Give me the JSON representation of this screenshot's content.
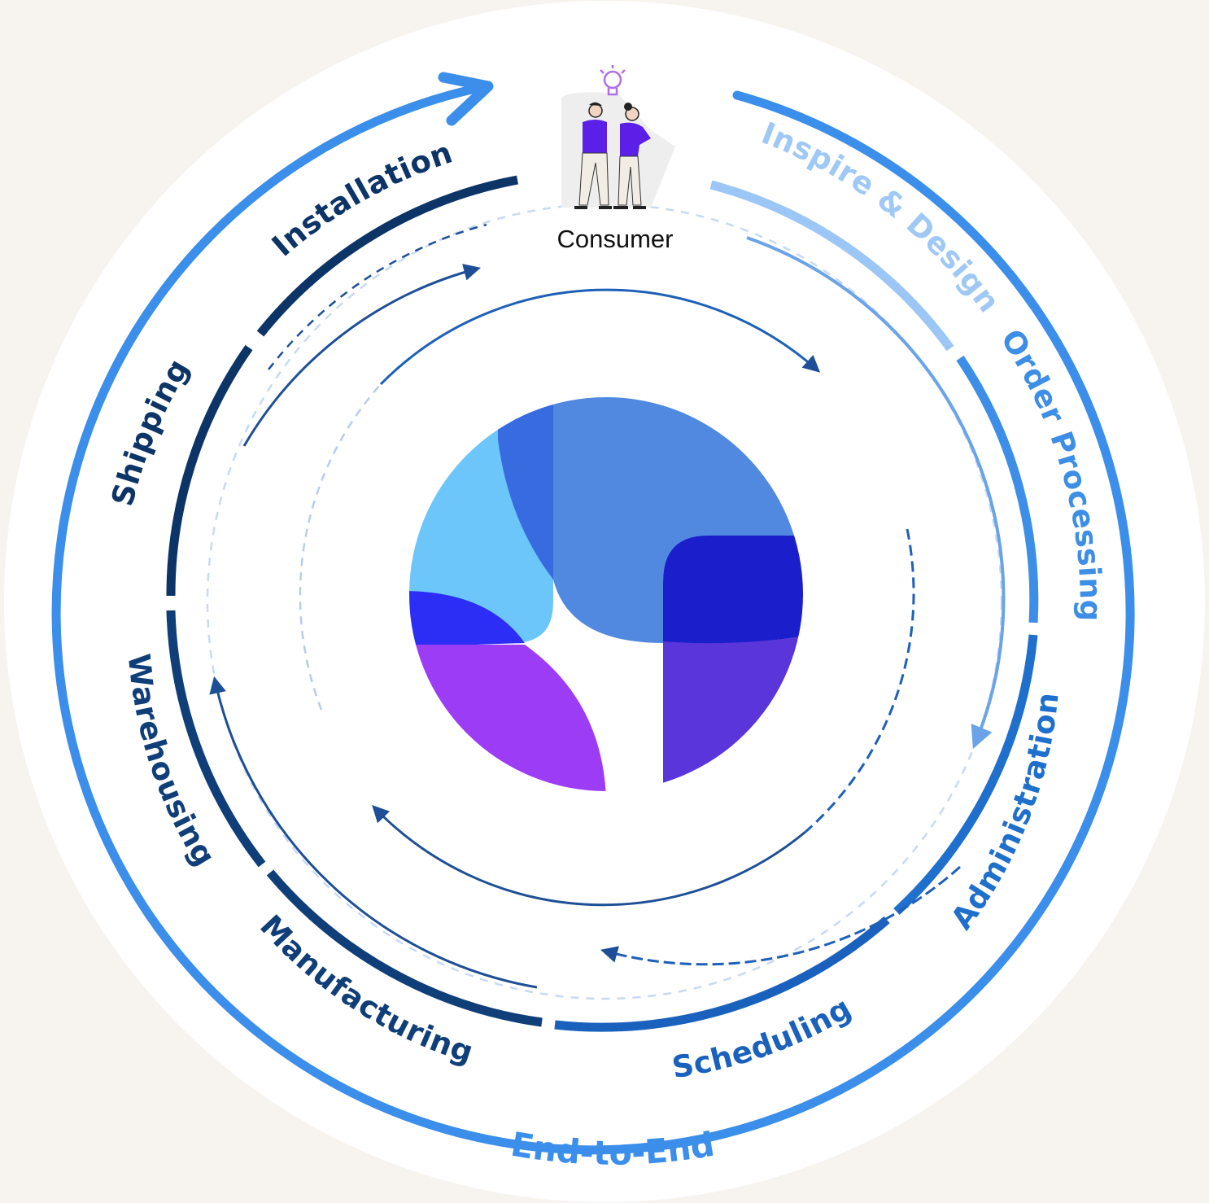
{
  "diagram": {
    "consumer": {
      "label": "Consumer",
      "icon": "people-with-lightbulb-icon"
    },
    "outer_label": "End-to-End",
    "stages": [
      {
        "id": "inspire-design",
        "label": "Inspire & Design",
        "color": "#8fbcf2"
      },
      {
        "id": "order-processing",
        "label": "Order Processing",
        "color": "#3d8ee6"
      },
      {
        "id": "administration",
        "label": "Administration",
        "color": "#1f6fcc"
      },
      {
        "id": "scheduling",
        "label": "Scheduling",
        "color": "#1a61bd"
      },
      {
        "id": "manufacturing",
        "label": "Manufacturing",
        "color": "#0f3e78"
      },
      {
        "id": "warehousing",
        "label": "Warehousing",
        "color": "#0f3e78"
      },
      {
        "id": "shipping",
        "label": "Shipping",
        "color": "#0c3466"
      },
      {
        "id": "installation",
        "label": "Installation",
        "color": "#0c3466"
      }
    ],
    "colors": {
      "outer_ring": "#3b8ee9",
      "background": "#f7f3ef",
      "disc": "#ffffff",
      "logo_light_blue": "#6cc6fa",
      "logo_blue": "#5189e0",
      "logo_royal": "#386ae0",
      "logo_indigo": "#1a1fcb",
      "logo_violet_blue": "#2d2ef5",
      "logo_purple": "#9d3cf5",
      "logo_deep_violet": "#5a35d9"
    },
    "logo_icon": "company-logo-icon"
  }
}
